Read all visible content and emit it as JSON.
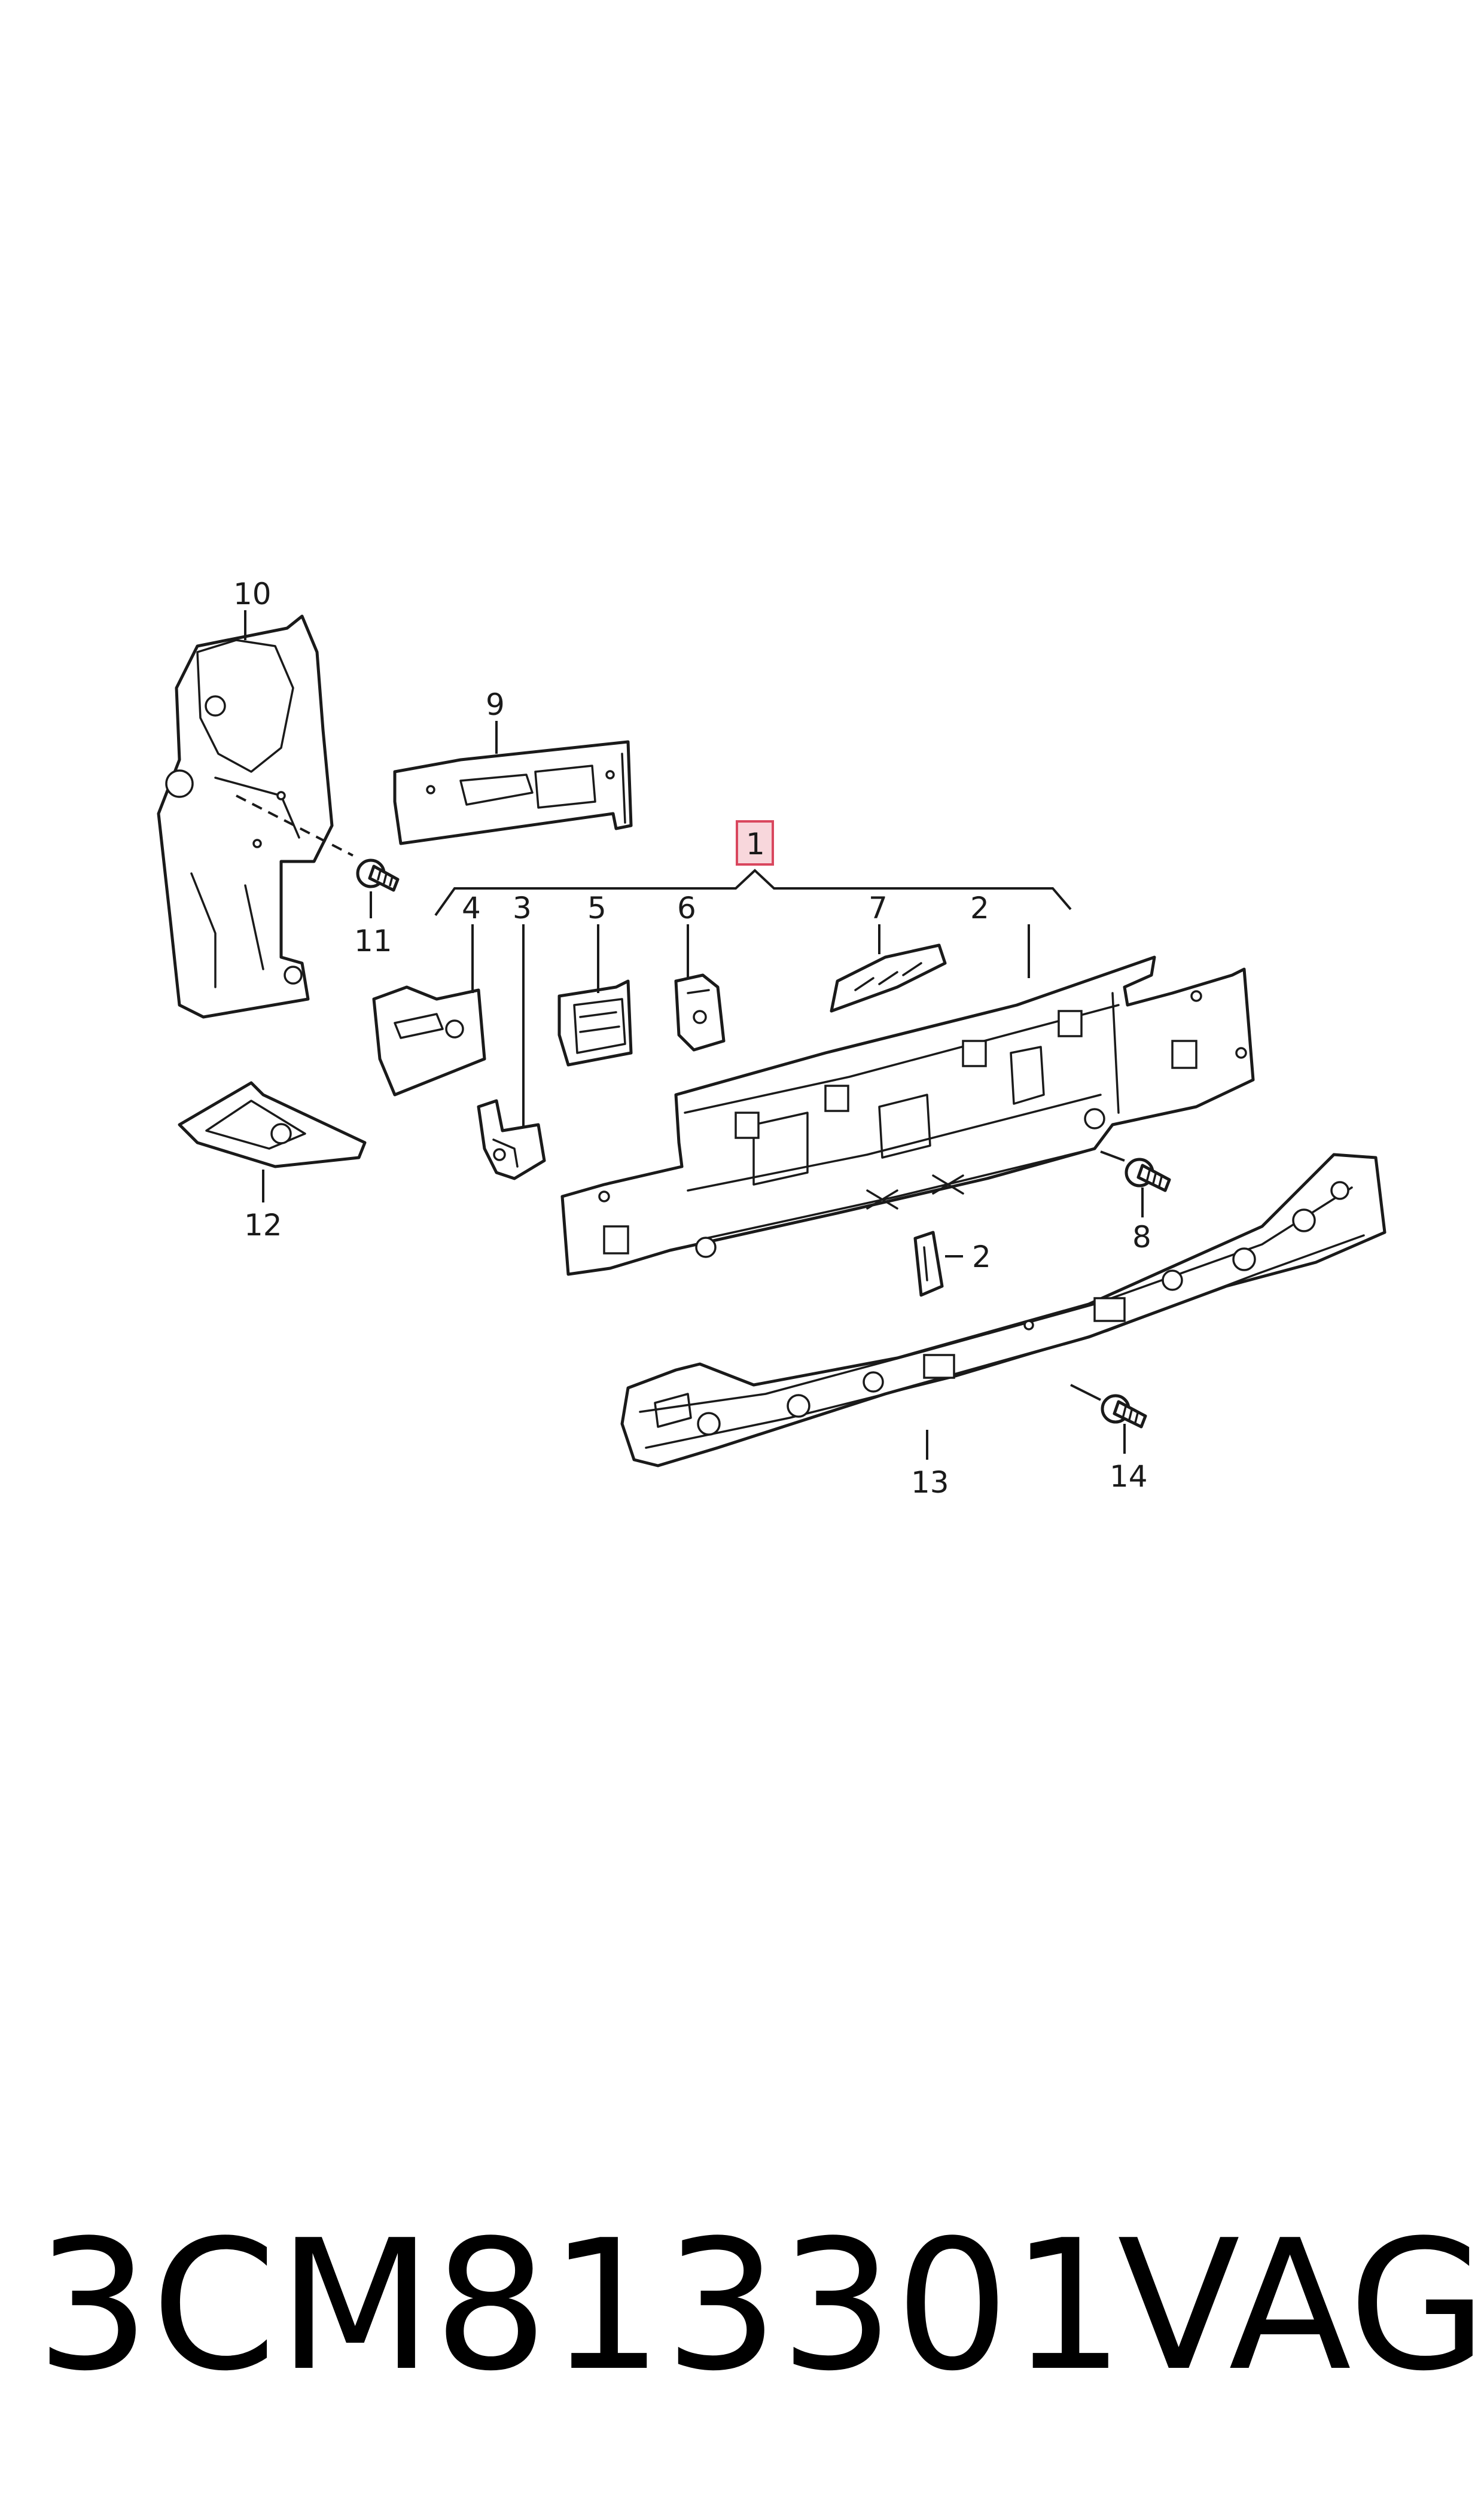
{
  "diagram": {
    "callouts": {
      "c1": "1",
      "c2": "2",
      "c2b": "2",
      "c3": "3",
      "c4": "4",
      "c5": "5",
      "c6": "6",
      "c7": "7",
      "c8": "8",
      "c9": "9",
      "c10": "10",
      "c11": "11",
      "c12": "12",
      "c13": "13",
      "c14": "14"
    },
    "highlight_color": "#f8d7dc"
  },
  "footer": {
    "part_number": "3CM813301",
    "brand": "VAG"
  }
}
